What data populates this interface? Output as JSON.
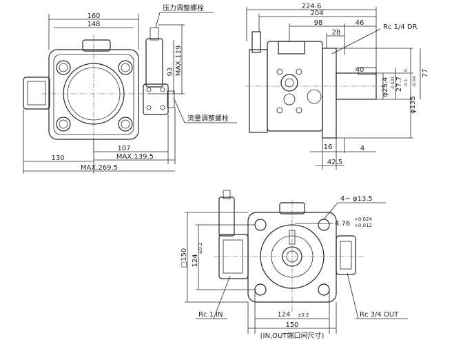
{
  "front_view": {
    "dims": {
      "width_160": "160",
      "width_148": "148",
      "height_93": "93",
      "max_119": "MAX.119",
      "bottom_107": "107",
      "bottom_max_139_5": "MAX.139.5",
      "bottom_130": "130",
      "bottom_max_269_5": "MAX.269.5"
    },
    "labels": {
      "pressure_screw": "压力调整螺栓",
      "flow_screw": "流量调整螺栓"
    }
  },
  "side_view": {
    "dims": {
      "d_224_6": "224.6",
      "d_204": "204",
      "d_98": "98",
      "d_46": "46",
      "d_28": "28",
      "d_40": "40",
      "d_16": "16",
      "d_4": "4",
      "d_42_5": "42.5",
      "d_77": "77",
      "shaft_25_4": "φ25.4",
      "shaft_27_7": "27.7",
      "shaft_135": "φ135",
      "tol_a": "-0.021",
      "tol_b": "-0.1",
      "tol_c": "0",
      "tol_d": "-0.04"
    },
    "labels": {
      "drain": "Rc 1/4  DR"
    }
  },
  "bottom_view": {
    "dims": {
      "holes": "4~ φ13.5",
      "key_4_76": "4.76",
      "key_tol_upper": "+0.024",
      "key_tol_lower": "+0.012",
      "sq_150": "□150",
      "v_124": "124",
      "v_124_tol": "±0.2",
      "h_124": "124",
      "h_124_tol": "±0.2",
      "h_150": "150"
    },
    "labels": {
      "inlet": "Rc 1 IN",
      "outlet": "Rc 3/4  OUT",
      "caption": "(IN,OUT端口间尺寸)"
    }
  }
}
